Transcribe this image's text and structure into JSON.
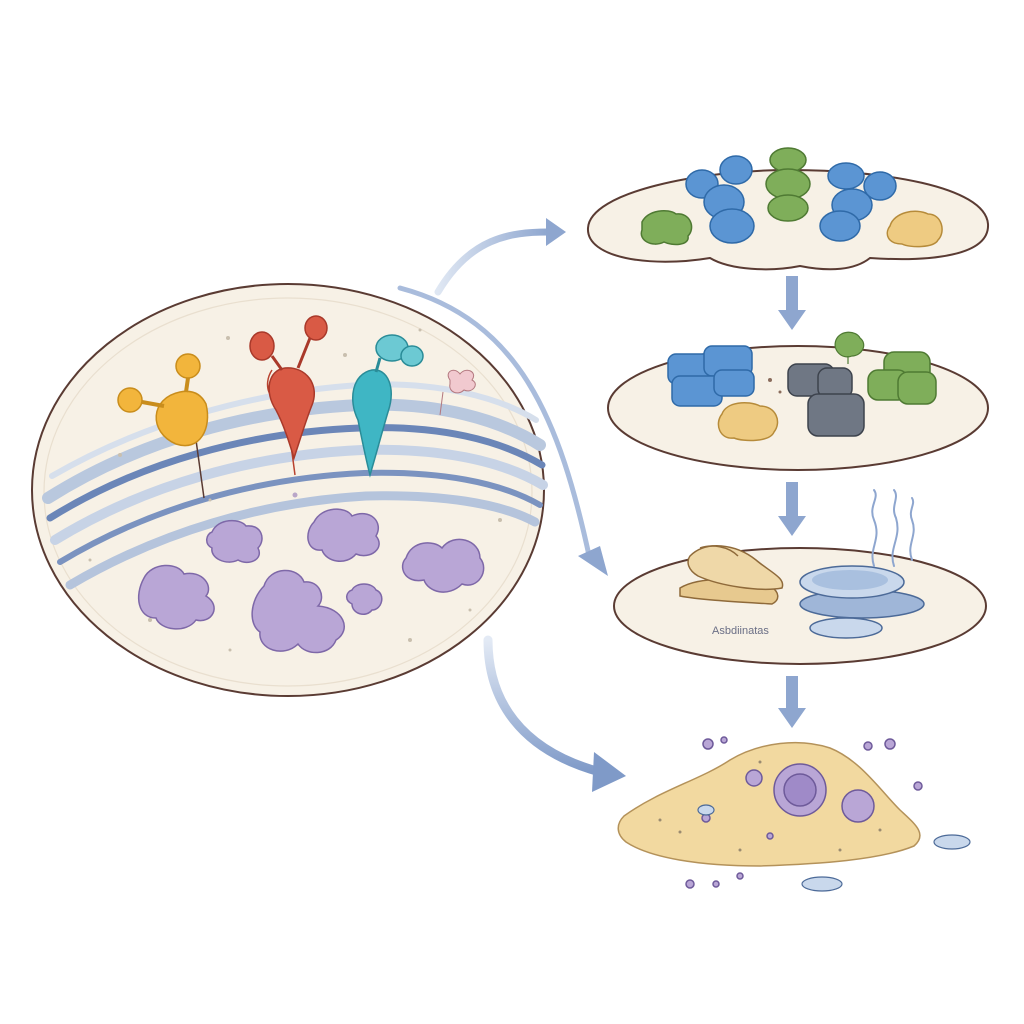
{
  "diagram": {
    "colors": {
      "background": "#ffffff",
      "plate_fill": "#f7f1e6",
      "plate_stroke": "#5a3b33",
      "membrane_blue": "#6b86b8",
      "membrane_light": "#b9c8de",
      "arrow_blue": "#8ea6cf",
      "yellow_receptor": "#f2b53c",
      "red_receptor": "#d95a45",
      "teal_receptor": "#3fb6c4",
      "purple_cluster": "#b9a6d6",
      "blue_block": "#5b95d3",
      "green_block": "#7fae5a",
      "grey_block": "#6f7784",
      "tan_cluster": "#eecb82",
      "sand_pile": "#f2d9a0"
    },
    "plates": [
      {
        "name": "stage-1-plate",
        "items": [
          "green-cluster",
          "blue-dimer",
          "green-dimer",
          "blue-dimer",
          "tan-cluster"
        ]
      },
      {
        "name": "stage-2-plate",
        "items": [
          "blue-block",
          "green-cluster",
          "grey-block",
          "green-block",
          "tan-cluster"
        ]
      },
      {
        "name": "stage-3-plate",
        "label": "Asbdiinatas",
        "items": [
          "flaky-sheets",
          "blue-disc",
          "steam"
        ]
      },
      {
        "name": "stage-4-pile",
        "items": [
          "sand-pile",
          "purple-granules",
          "blue-chips"
        ]
      }
    ]
  }
}
